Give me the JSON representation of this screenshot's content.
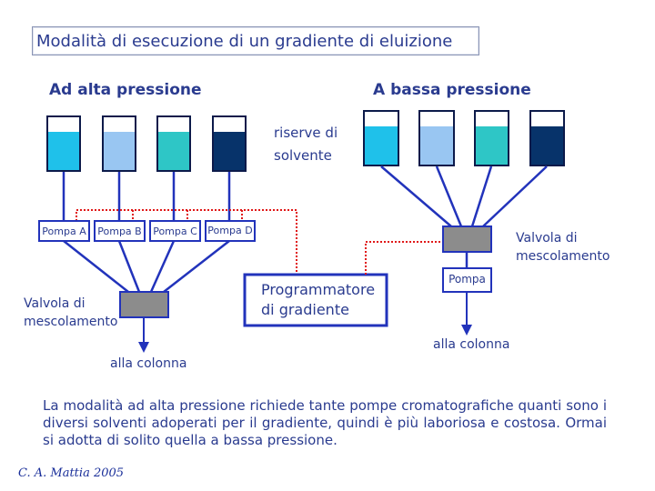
{
  "title": "Modalità di esecuzione di un gradiente di eluizione",
  "high_pressure": {
    "heading": "Ad alta pressione",
    "pumps": [
      "Pompa A",
      "Pompa B",
      "Pompa C",
      "Pompa D"
    ],
    "mixing_valve": "Valvola di\nmescolamento",
    "outlet": "alla colonna"
  },
  "low_pressure": {
    "heading": "A bassa pressione",
    "mixing_valve": "Valvola di\nmescolamento",
    "pump": "Pompa",
    "outlet": "alla colonna"
  },
  "solvent_reserves": "riserve di\nsolvente",
  "programmer": "Programmatore\ndi gradiente",
  "caption": "La modalità ad alta pressione richiede tante pompe cromatografiche quanti sono i diversi solventi adoperati per il gradiente, quindi è più laboriosa e costosa. Ormai si adotta di solito quella a bassa pressione.",
  "author": "C. A. Mattia 2005",
  "colors": {
    "solvent_A": "#1fc1ea",
    "solvent_B": "#99c6f2",
    "solvent_C": "#2ec6c6",
    "solvent_D": "#07336a",
    "lines": "#2233bb",
    "control_lines": "#e01818",
    "valve": "#8c8c8c",
    "text": "#2a3b8f"
  }
}
